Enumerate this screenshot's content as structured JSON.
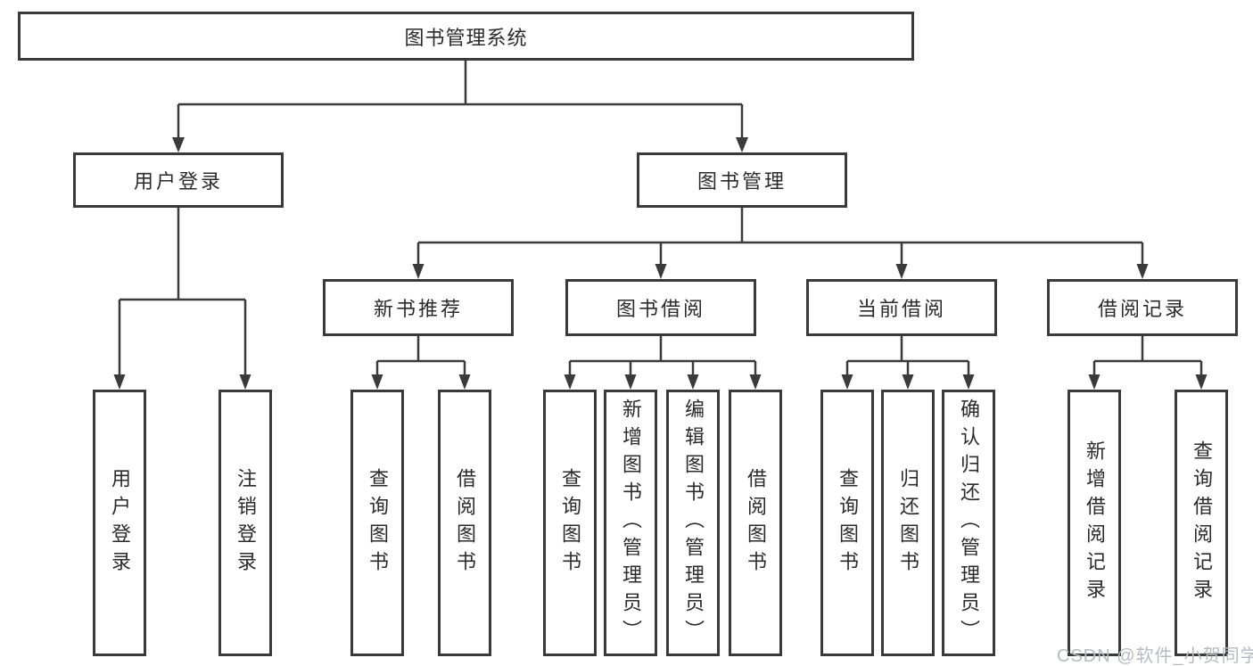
{
  "diagram": {
    "title_node": "图书管理系统",
    "level2": [
      "用户登录",
      "图书管理"
    ],
    "level3": [
      "新书推荐",
      "图书借阅",
      "当前借阅",
      "借阅记录"
    ],
    "leaves": {
      "user_login": [
        "用户登录",
        "注销登录"
      ],
      "new_book_recommend": [
        "查询图书",
        "借阅图书"
      ],
      "book_borrow": [
        "查询图书",
        "新增图书（管理员）",
        "编辑图书（管理员）",
        "借阅图书"
      ],
      "current_borrow": [
        "查询图书",
        "归还图书",
        "确认归还（管理员）"
      ],
      "borrow_records": [
        "新增借阅记录",
        "查询借阅记录"
      ]
    },
    "colors": {
      "line": "#3a3a3a",
      "box_border": "#3a3a3a",
      "text": "#2b2b2b",
      "background": "#ffffff",
      "watermark": "#b7bac1"
    }
  },
  "watermark": {
    "text": "CSDN @软件_小贺同学"
  }
}
